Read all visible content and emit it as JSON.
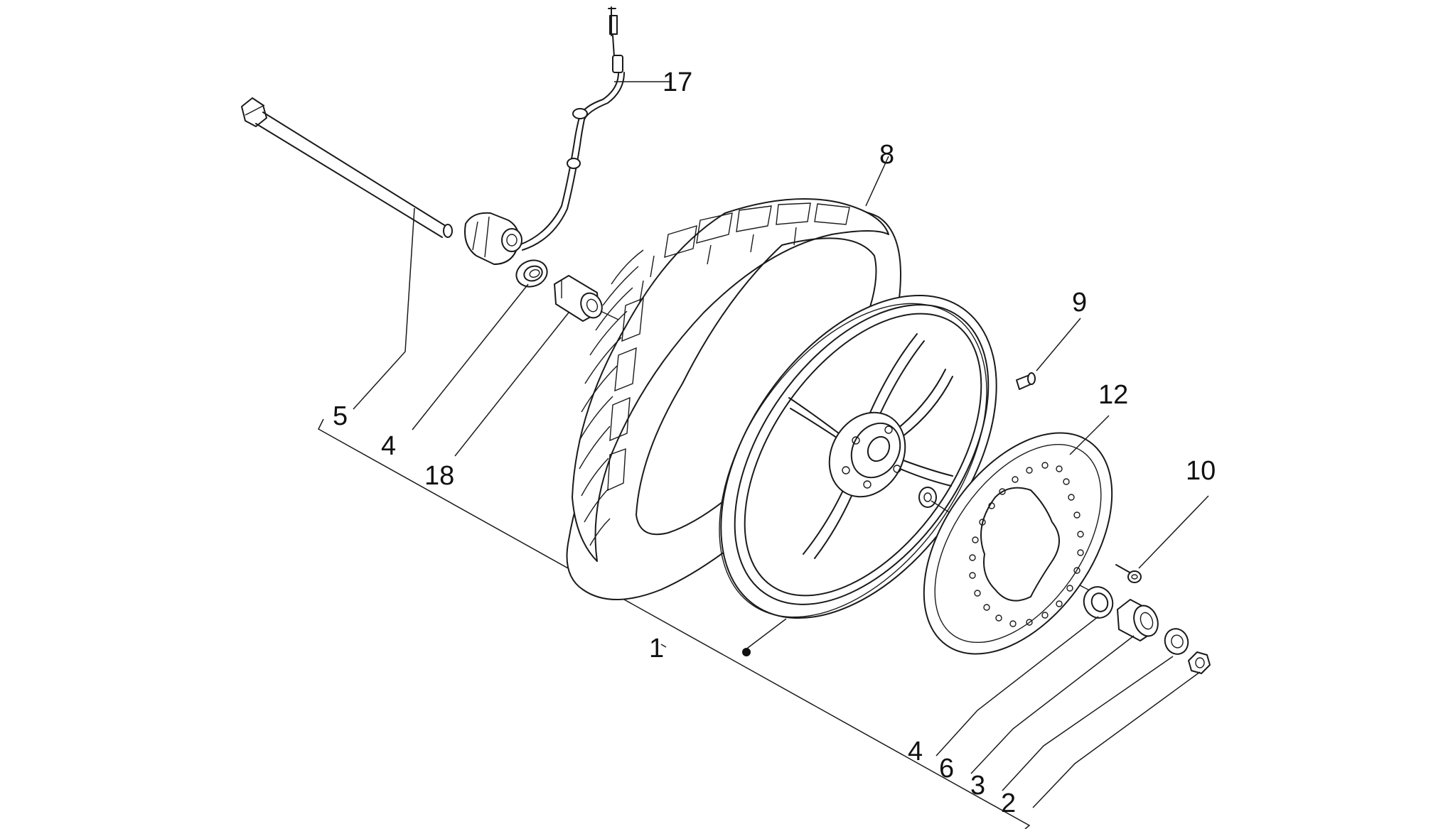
{
  "callouts": {
    "c1": "1",
    "c2": "2",
    "c3": "3",
    "c4a": "4",
    "c4b": "4",
    "c5": "5",
    "c6": "6",
    "c8": "8",
    "c9": "9",
    "c10": "10",
    "c12": "12",
    "c17": "17",
    "c18": "18"
  }
}
